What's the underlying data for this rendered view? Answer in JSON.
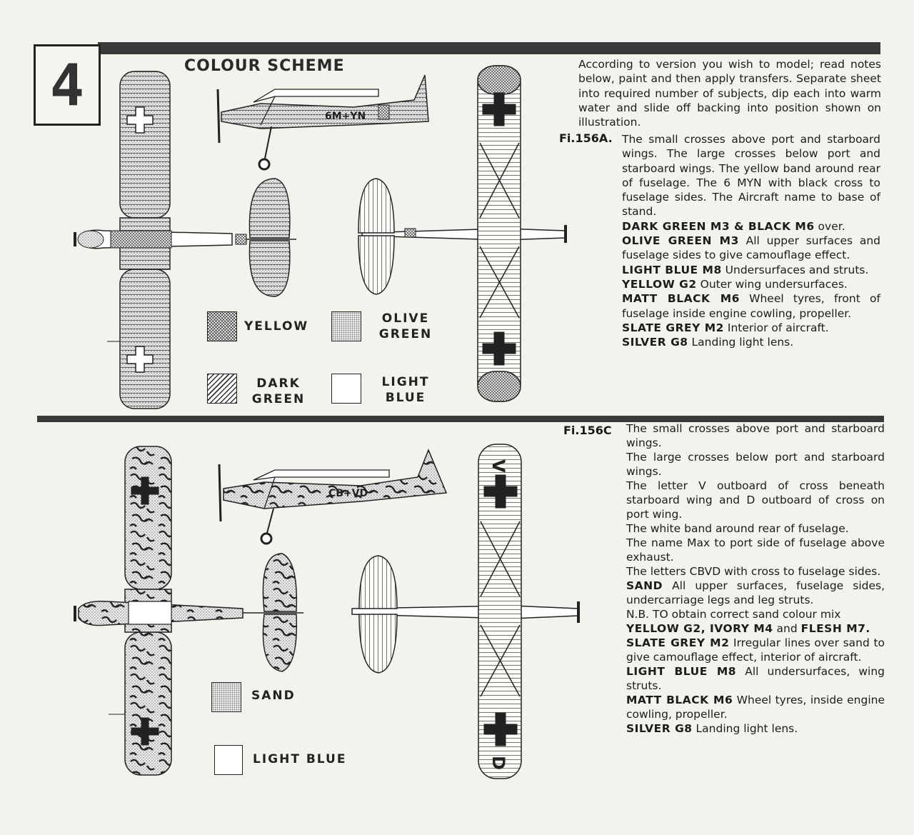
{
  "step_number": "4",
  "title": "COLOUR SCHEME",
  "intro_text": "According to version you wish to model; read notes below, paint and then apply transfers. Separate sheet into required number of subjects, dip each into warm water and slide off backing into position shown on illustration.",
  "section_a": {
    "label": "Fi.156A.",
    "description": "The small crosses above port and starboard wings. The large crosses below port and starboard wings. The yellow band around rear of fuselage. The 6 MYN with black cross to fuselage sides. The Aircraft name to base of stand.",
    "dark_green_head": "DARK GREEN M3 & BLACK M6",
    "dark_green_tail": "over.",
    "colours": [
      {
        "name": "OLIVE GREEN M3",
        "desc": "All upper surfaces and fuselage sides to give camouflage effect."
      },
      {
        "name": "LIGHT BLUE M8",
        "desc": "Undersurfaces and struts."
      },
      {
        "name": "YELLOW G2",
        "desc": "Outer wing undersurfaces."
      },
      {
        "name": "MATT BLACK M6",
        "desc": "Wheel tyres, front of fuselage inside engine cowling, propeller."
      },
      {
        "name": "SLATE GREY M2",
        "desc": "Interior of aircraft."
      },
      {
        "name": "SILVER G8",
        "desc": "Landing light lens."
      }
    ],
    "fuselage_code": "6M+YN",
    "legend": {
      "yellow": "YELLOW",
      "olive_line1": "OLIVE",
      "olive_line2": "GREEN",
      "dark_line1": "DARK",
      "dark_line2": "GREEN",
      "light_line1": "LIGHT",
      "light_line2": "BLUE"
    }
  },
  "section_c": {
    "label": "Fi.156C",
    "lines": [
      "The small crosses above port and starboard wings.",
      "The large crosses below port and starboard wings.",
      "The letter V outboard of cross beneath starboard wing and D outboard of cross on port wing.",
      "The white band around rear of fuselage.",
      "The name Max to port side of fuselage above exhaust.",
      "The letters CBVD with cross to fuselage sides."
    ],
    "sand_name": "SAND",
    "sand_desc": "All upper surfaces, fuselage sides, undercarriage legs and leg struts.",
    "nb_text": "N.B. TO obtain correct sand colour mix",
    "mix_1": "YELLOW G2, IVORY M4",
    "mix_and": "and",
    "mix_2": "FLESH M7.",
    "colours": [
      {
        "name": "SLATE GREY M2",
        "desc": "Irregular lines over sand to give camouflage effect, interior of aircraft."
      },
      {
        "name": "LIGHT BLUE M8",
        "desc": "All undersurfaces, wing struts."
      },
      {
        "name": "MATT BLACK M6",
        "desc": "Wheel tyres, inside engine cowling, propeller."
      },
      {
        "name": "SILVER G8",
        "desc": "Landing light lens."
      }
    ],
    "fuselage_code": "CB+VD",
    "wing_letter_v": "V",
    "wing_letter_d": "D",
    "legend": {
      "sand": "SAND",
      "light_blue": "LIGHT BLUE"
    }
  },
  "colors": {
    "rule": "#3a3a3a",
    "ink": "#1a1a1a",
    "paper": "#f4f2ec"
  }
}
